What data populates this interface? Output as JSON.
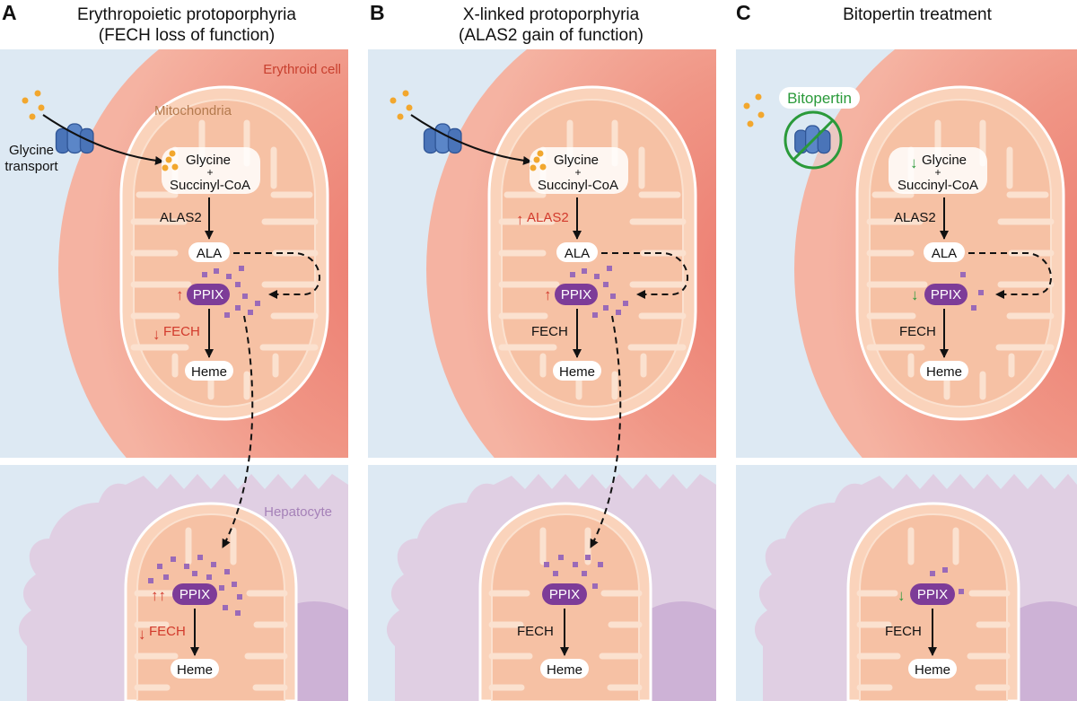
{
  "panels": [
    {
      "letter": "A",
      "title_line1": "Erythropoietic protoporphyria",
      "title_line2": "(FECH loss of function)",
      "erythroid_label": "Erythroid cell",
      "mitochondria_label": "Mitochondria",
      "glycine_transport_line1": "Glycine",
      "glycine_transport_line2": "transport",
      "hepatocyte_label": "Hepatocyte"
    },
    {
      "letter": "B",
      "title_line1": "X-linked protoporphyria",
      "title_line2": "(ALAS2 gain of function)"
    },
    {
      "letter": "C",
      "title_line1": "Bitopertin treatment",
      "bitopertin_label": "Bitopertin"
    }
  ],
  "pathway": {
    "glycine": "Glycine",
    "plus": "+",
    "succinyl": "Succinyl-CoA",
    "alas2": "ALAS2",
    "ala": "ALA",
    "ppix": "PPIX",
    "fech": "FECH",
    "heme": "Heme"
  },
  "colors": {
    "increase_arrow": "#d23a2c",
    "decrease_arrow_treatment": "#2a9a3a",
    "ppix": "#7d3c98",
    "transporter": "#4a74b8"
  }
}
